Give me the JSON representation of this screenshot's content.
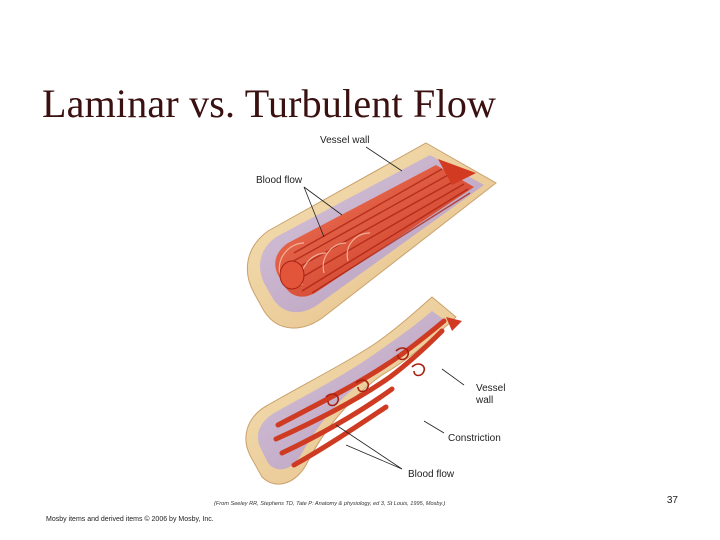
{
  "slide": {
    "title": "Laminar vs. Turbulent Flow",
    "page_number": "37",
    "copyright": "Mosby items and derived items © 2006 by Mosby, Inc."
  },
  "figure": {
    "labels": {
      "vessel_wall_top": "Vessel wall",
      "blood_flow_top": "Blood flow",
      "vessel_wall_bottom_1": "Vessel",
      "vessel_wall_bottom_2": "wall",
      "constriction": "Constriction",
      "blood_flow_bottom": "Blood flow"
    },
    "credit": "(From Seeley RR, Stephens TD, Tate P: Anatomy & physiology, ed 3, St Louis, 1995, Mosby.)"
  }
}
